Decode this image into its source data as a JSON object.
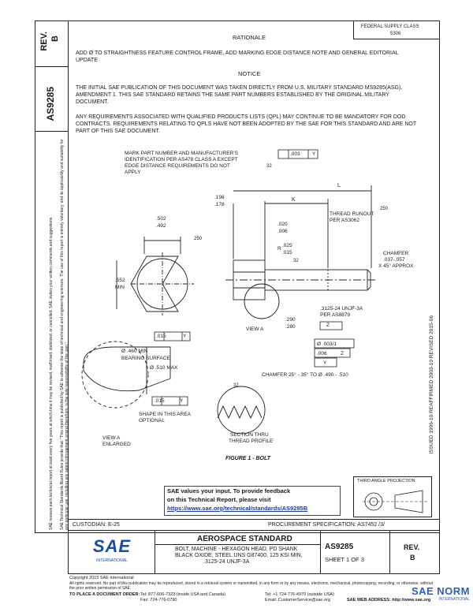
{
  "header": {
    "federal_class_label": "FEDERAL SUPPLY CLASS",
    "federal_class_value": "5306",
    "rationale_title": "RATIONALE",
    "rationale_text": "ADD Ø TO STRAIGHTNESS FEATURE CONTROL FRAME, ADD MARKING EDGE DISTANCE NOTE AND GENERAL EDITORIAL UPDATE",
    "notice_title": "NOTICE",
    "notice_text_1": "THE INITIAL SAE PUBLICATION OF THIS DOCUMENT WAS TAKEN DIRECTLY FROM U.S. MILITARY STANDARD MS9285(ASG), AMENDMENT 1. THIS SAE STANDARD RETAINS THE SAME PART NUMBERS ESTABLISHED BY THE ORIGINAL MILITARY DOCUMENT.",
    "notice_text_2": "ANY REQUIREMENTS ASSOCIATED WITH QUALIFIED PRODUCTS LISTS (QPL) MAY CONTINUE TO BE MANDATORY FOR DOD CONTRACTS. REQUIREMENTS RELATING TO QPLS HAVE NOT BEEN ADOPTED BY THE SAE FOR THIS STANDARD AND ARE NOT PART OF THIS SAE DOCUMENT."
  },
  "sidebar": {
    "rev_label": "REV.",
    "rev_value": "B",
    "doc_number": "AS9285",
    "legal_text_1": "SAE Technical Standards Board Rules provide that: \"This report is published by SAE to advance the state of technical and engineering sciences. The use of this report is entirely voluntary, and its applicability and suitability for any particular use, including any patent infringement arising therefrom, is the sole responsibility of the user.\"",
    "legal_text_2": "SAE reviews each technical report at least every five years at which time it may be revised, reaffirmed, stabilized, or cancelled. SAE invites your written comments and suggestions."
  },
  "drawing": {
    "mark_note": "MARK PART NUMBER AND MANUFACTURER'S IDENTIFICATION PER AS478 CLASS A EXCEPT EDGE DISTANCE REQUIREMENTS DO NOT APPLY",
    "straightness_value": ".003",
    "datum_y": "Y",
    "finish_32": "32",
    "finish_250": "250",
    "dim_198": ".198",
    "dim_178": ".178",
    "k_label": "K",
    "l_label": "L",
    "dim_502": ".502",
    "dim_492": ".492",
    "dim_020": ".020",
    "dim_006": ".006",
    "r_label": "R",
    "dim_025": ".025",
    "dim_015": ".015",
    "thread_runout": "THREAD RUNOUT PER AS3062",
    "chamfer_label": "CHAMFER",
    "chamfer_dim": ".037-.057",
    "chamfer_angle": "X 45° APPROX",
    "dim_552": ".552",
    "min_label": "MIN",
    "thread_spec": ".3125-24 UNJF-3A",
    "thread_per": "PER AS8879",
    "datum_z": "Z",
    "dim_290": ".290",
    "dim_280": ".280",
    "view_a": "VIEW A",
    "pos_diam": "Ø .003/1",
    "pos_002": ".006",
    "pos_datum": "Z",
    "y_datum_box": "Y",
    "profile_015": ".015",
    "bearing_surface_1": "Ø .460 MIN",
    "bearing_surface_2": "BEARING SURFACE",
    "bearing_max": "Ø .510 MAX",
    "chamfer_note": "CHAMFER 25° - 35° TO Ø .490 - .510",
    "shape_note": "SHAPE IN THIS AREA OPTIONAL",
    "view_enlarged_1": "VIEW A",
    "view_enlarged_2": "ENLARGED",
    "section_thru_1": "SECTION THRU",
    "section_thru_2": "THREAD PROFILE",
    "figure_title": "FIGURE 1 - BOLT",
    "projection_label": "THIRD ANGLE PROJECTION",
    "dates_vertical": "ISSUED 1996-10    REAFFIRMED 2003-10    REVISED 2015-06"
  },
  "feedback": {
    "line1": "SAE values your input. To provide feedback",
    "line2": "on this Technical Report, please visit",
    "link": "https://www.sae.org/technical/standards/AS9285B"
  },
  "title_block": {
    "custodian": "CUSTODIAN: E-25",
    "procurement": "PROCUREMENT SPECIFICATION: AS7452 /3/",
    "standard_title": "AEROSPACE STANDARD",
    "description_1": "BOLT, MACHINE - HEXAGON HEAD, PD SHANK",
    "description_2": "BLACK OXIDE, STEEL UNS G87400, 125 KSI MIN,",
    "description_3": ".3125-24 UNJF-3A",
    "doc_number": "AS9285",
    "sheet": "SHEET 1 OF 3",
    "rev_label": "REV.",
    "rev_value": "B",
    "logo_text": "SAE",
    "logo_sub": "INTERNATIONAL"
  },
  "footer": {
    "copyright": "Copyright 2015 SAE International",
    "rights": "All rights reserved. No part of this publication may be reproduced, stored in a retrieval system or transmitted, in any form or by any means, electronic, mechanical, photocopying, recording, or otherwise, without the prior written permission of SAE.",
    "order_label": "TO PLACE A DOCUMENT ORDER:",
    "phone1": "Tel: 877-606-7323 (inside USA and Canada)",
    "phone2": "Tel: +1 724-776-4970 (outside USA)",
    "fax": "Fax: 724-776-0790",
    "email": "Email: CustomerService@sae.org",
    "web": "SAE WEB ADDRESS: http://www.sae.org",
    "watermark": "SAE NORM",
    "watermark_sub": "INTERNATIONAL"
  }
}
